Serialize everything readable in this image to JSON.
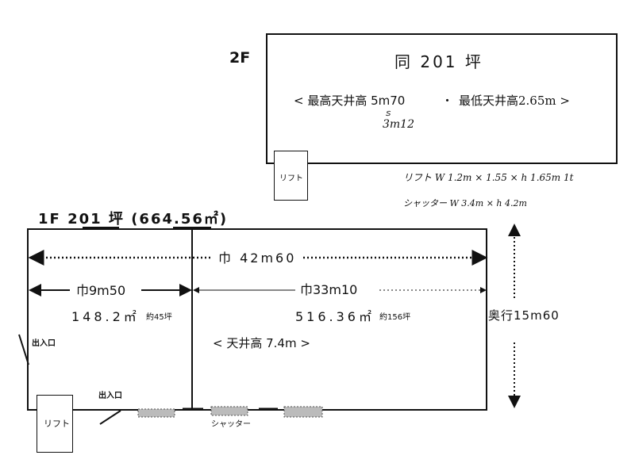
{
  "floor2": {
    "floor_label": "2F",
    "title": "同 201 坪",
    "ceiling_max": "< 最高天井高 5m70",
    "dot": "・",
    "ceiling_min": "最低天井高2.65m >",
    "tilde": "ｓ",
    "ceiling_max_low": "3m12",
    "lift": "リフト"
  },
  "notes": {
    "lift_spec": "リフト W 1.2m × 1.55 × h 1.65m 1t",
    "shutter_spec": "シャッター W 3.4m × h 4.2m"
  },
  "floor1": {
    "title": "1F 201 坪 (664.56㎡)",
    "overall_width": "巾 42m60",
    "left_width": "巾9m50",
    "right_width": "巾33m10",
    "left_area": "148.2㎡",
    "left_tsubo": "約45坪",
    "right_area": "516.36㎡",
    "right_tsubo": "約156坪",
    "depth": "奥行15m60",
    "ceiling": "< 天井高 7.4m >",
    "entrance_side": "出入口",
    "entrance_front": "出入口",
    "lift": "リフト",
    "shutter": "シャッター"
  }
}
